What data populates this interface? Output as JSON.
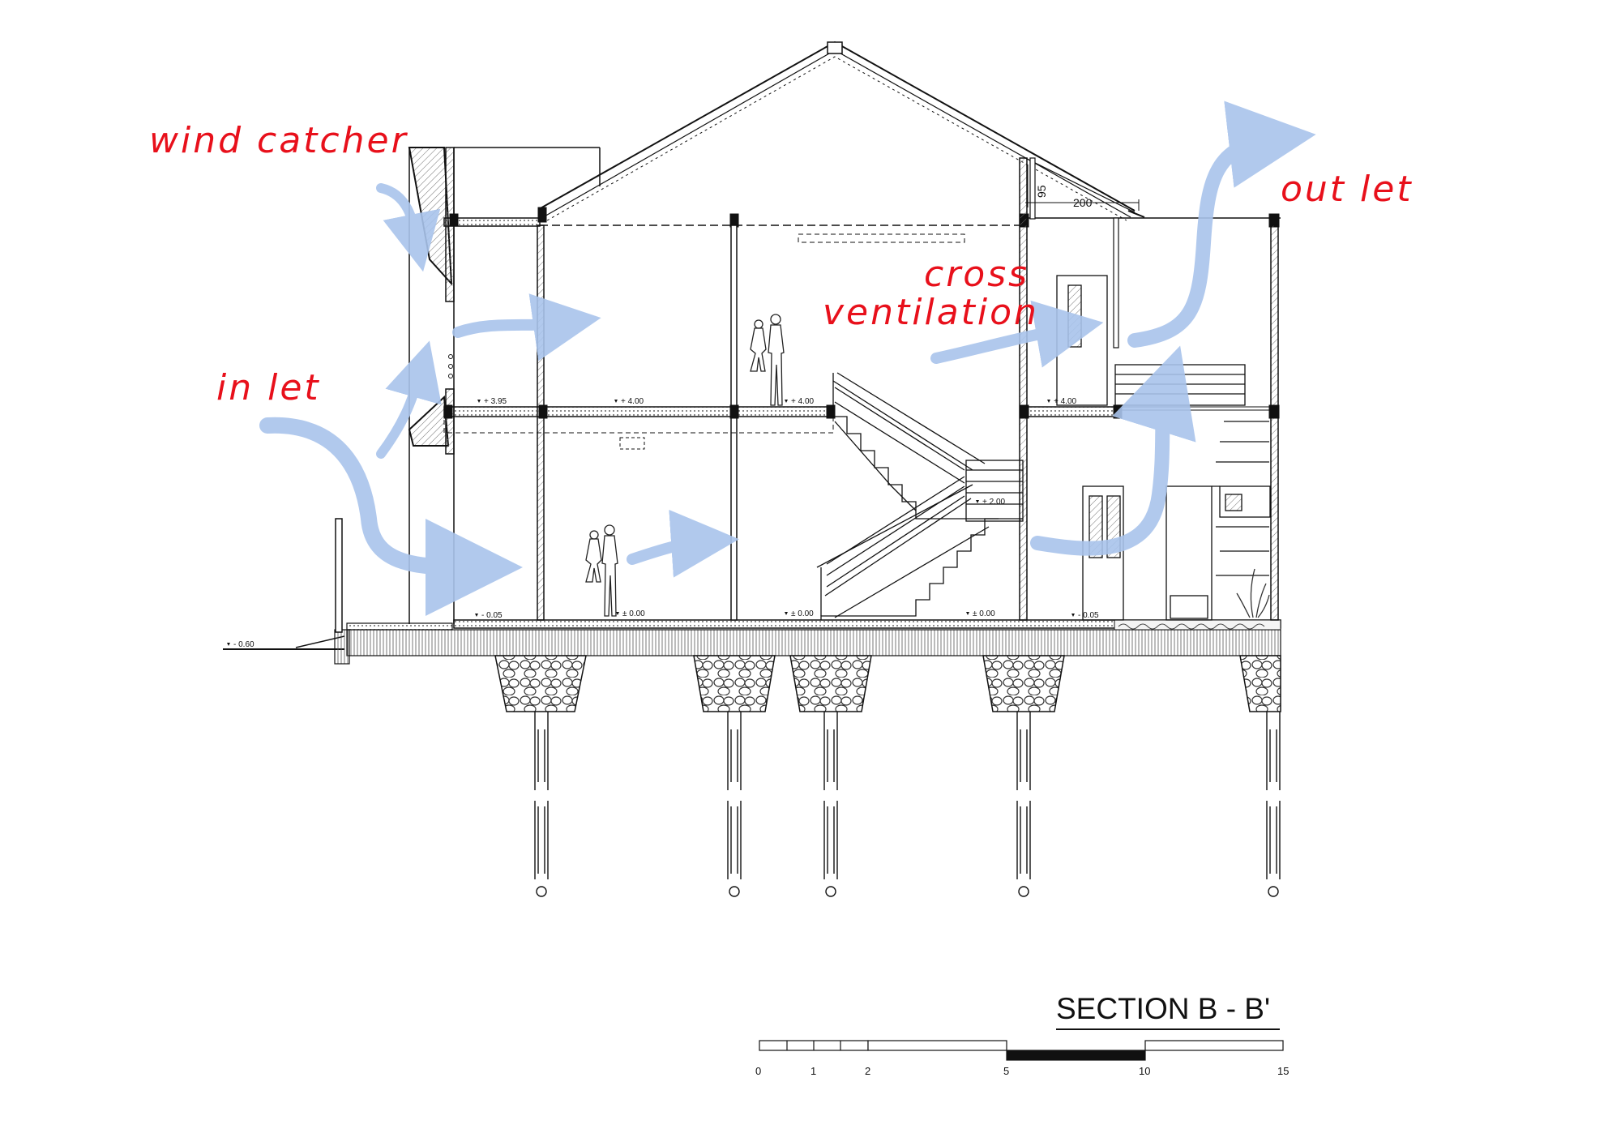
{
  "annotations": {
    "wind_catcher": "wind catcher",
    "in_let": "in let",
    "cross_1": "cross",
    "cross_2": "ventilation",
    "out_let": "out let"
  },
  "section_title": "SECTION B - B'",
  "levels": {
    "site": "- 0.60",
    "porch": "- 0.05",
    "ground_a": "± 0.00",
    "ground_b": "± 0.00",
    "ground_c": "± 0.00",
    "rear": "- 0.05",
    "upper_left": "+ 3.95",
    "upper_mid": "+ 4.00",
    "upper_stair": "+ 4.00",
    "upper_right": "+ 4.00",
    "landing": "+ 2.00"
  },
  "dimensions": {
    "vertical": "95",
    "horizontal": "200"
  },
  "scale_bar": {
    "ticks": [
      "0",
      "1",
      "2",
      "5",
      "10",
      "15"
    ]
  },
  "colors": {
    "annotation": "#e8101b",
    "airflow": "#a9c4ec",
    "ink": "#111111"
  }
}
